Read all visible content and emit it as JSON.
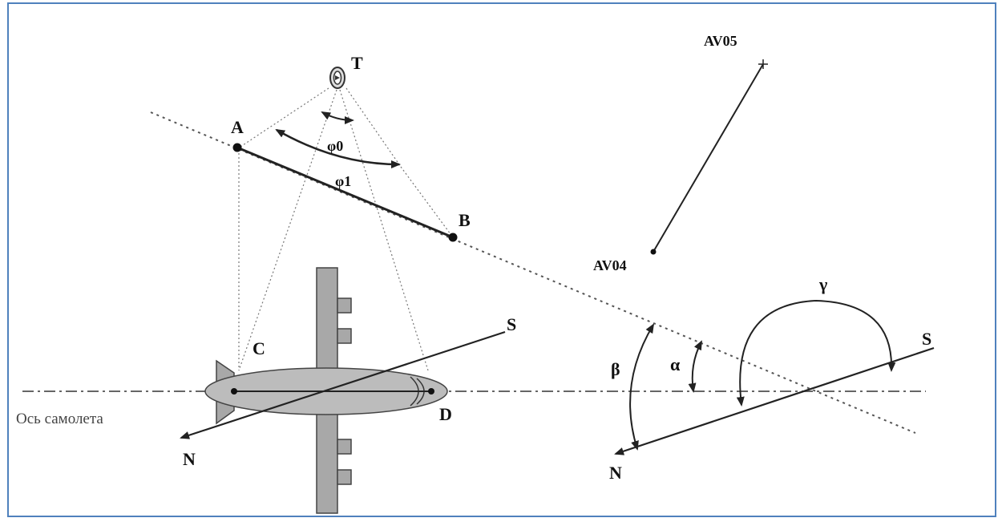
{
  "labels": {
    "T": "T",
    "A": "A",
    "B": "B",
    "C": "C",
    "D": "D",
    "phi0": "φ0",
    "phi1": "φ1",
    "av05": "AV05",
    "av04": "AV04",
    "S_left": "S",
    "N_left": "N",
    "S_right": "S",
    "N_right": "N",
    "alpha": "α",
    "beta": "β",
    "gamma": "γ",
    "aircraft_axis": "Ось самолета"
  },
  "colors": {
    "frame": "#4f81bd",
    "line": "#222222",
    "dotted": "#555555",
    "plane_fill": "#a8a8a8",
    "plane_stroke": "#444444"
  }
}
